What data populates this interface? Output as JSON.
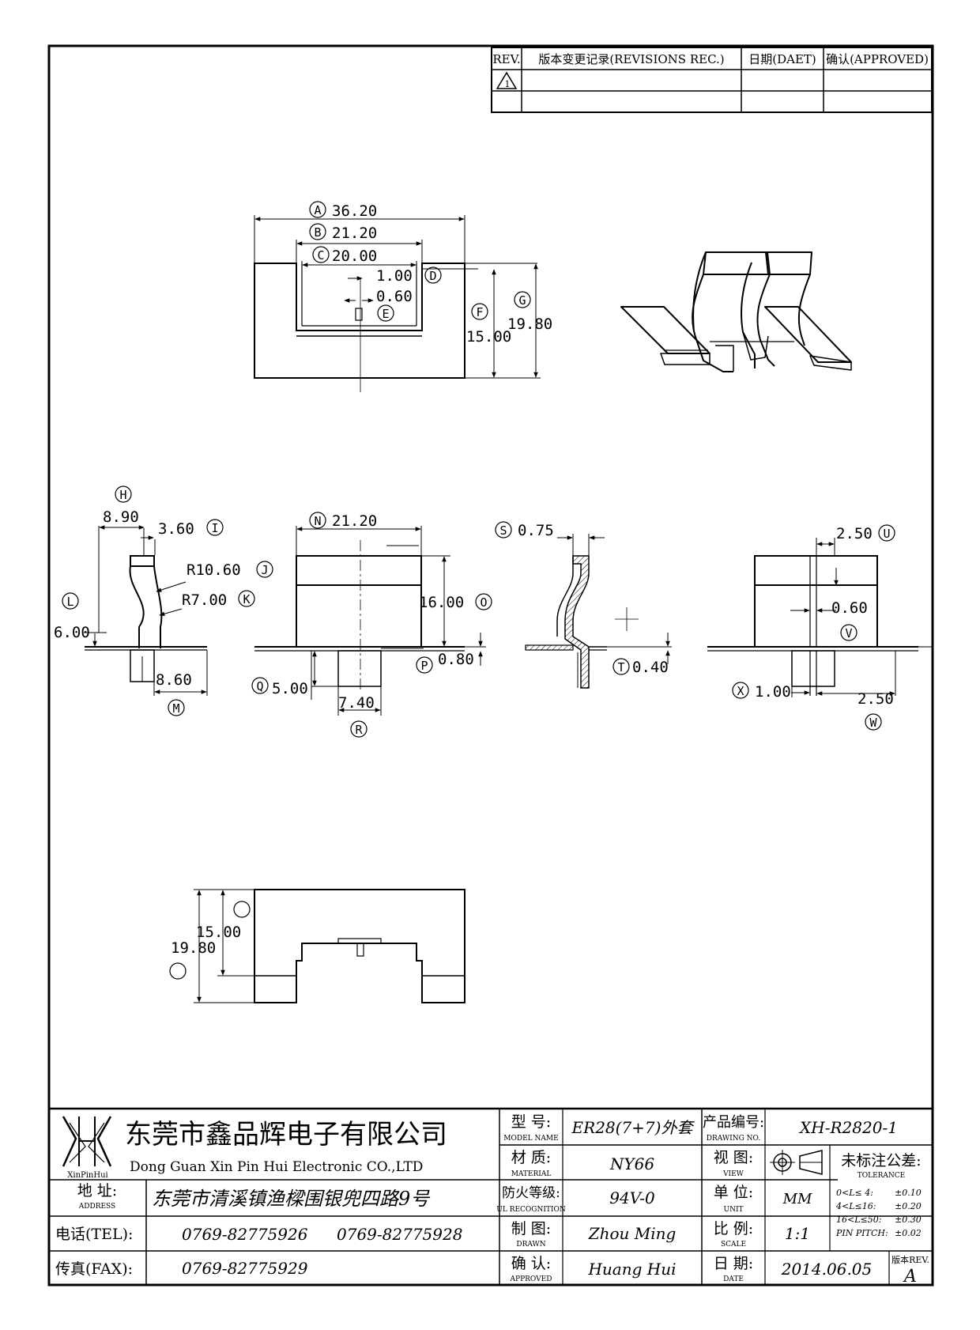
{
  "revisions": {
    "header": {
      "rev": "REV.",
      "record": "版本变更记录(REVISIONS REC.)",
      "date": "日期(DAET)",
      "approved": "确认(APPROVED)"
    },
    "row1_rev": "1"
  },
  "dimensions": {
    "A": "36.20",
    "B": "21.20",
    "C": "20.00",
    "D": "1.00",
    "E": "0.60",
    "F": "15.00",
    "G": "19.80",
    "H": "8.90",
    "I": "3.60",
    "J": "R10.60",
    "K": "R7.00",
    "L": "6.00",
    "M": "8.60",
    "N": "21.20",
    "O": "16.00",
    "P": "0.80",
    "Q": "5.00",
    "R": "7.40",
    "S": "0.75",
    "T": "0.40",
    "U": "2.50",
    "V": "0.60",
    "W": "2.50",
    "X": "1.00",
    "bottom_15": "15.00",
    "bottom_19": "19.80"
  },
  "markers": [
    "A",
    "B",
    "C",
    "D",
    "E",
    "F",
    "G",
    "H",
    "I",
    "J",
    "K",
    "L",
    "M",
    "N",
    "O",
    "P",
    "Q",
    "R",
    "S",
    "T",
    "U",
    "V",
    "W",
    "X"
  ],
  "title_block": {
    "logo_text": "XinPinHui",
    "company_cn": "东莞市鑫品辉电子有限公司",
    "company_en": "Dong Guan Xin Pin Hui Electronic CO.,LTD",
    "address_label": "地  址:",
    "address_label_en": "ADDRESS",
    "address": "东莞市清溪镇渔樑围银兜四路9号",
    "tel_label": "电话(TEL):",
    "tel1": "0769-82775926",
    "tel2": "0769-82775928",
    "fax_label": "传真(FAX):",
    "fax": "0769-82775929",
    "model_label": "型  号:",
    "model_label_en": "MODEL NAME",
    "model": "ER28(7+7)外套",
    "material_label": "材  质:",
    "material_label_en": "MATERIAL",
    "material": "NY66",
    "flame_label": "防火等级:",
    "flame_label_en": "UL RECOGNITION",
    "flame": "94V-0",
    "drawn_label": "制  图:",
    "drawn_label_en": "DRAWN",
    "drawn": "Zhou Ming",
    "approved_label": "确  认:",
    "approved_label_en": "APPROVED",
    "approved": "Huang Hui",
    "drawing_no_label": "产品编号:",
    "drawing_no_label_en": "DRAWING NO.",
    "drawing_no": "XH-R2820-1",
    "view_label": "视  图:",
    "view_label_en": "VIEW",
    "unit_label": "单  位:",
    "unit_label_en": "UNIT",
    "unit": "MM",
    "scale_label": "比  例:",
    "scale_label_en": "SCALE",
    "scale": "1:1",
    "date_label": "日  期:",
    "date_label_en": "DATE",
    "date": "2014.06.05",
    "tolerance_label": "未标注公差:",
    "tolerance_label_en": "TOLERANCE",
    "tolerances": [
      {
        "range": "0<L≤ 4:",
        "value": "±0.10"
      },
      {
        "range": "4<L≤16:",
        "value": "±0.20"
      },
      {
        "range": "16<L≤50:",
        "value": "±0.30"
      },
      {
        "range": "PIN PITCH:",
        "value": "±0.02"
      }
    ],
    "version_label": "版本REV.",
    "version": "A"
  }
}
